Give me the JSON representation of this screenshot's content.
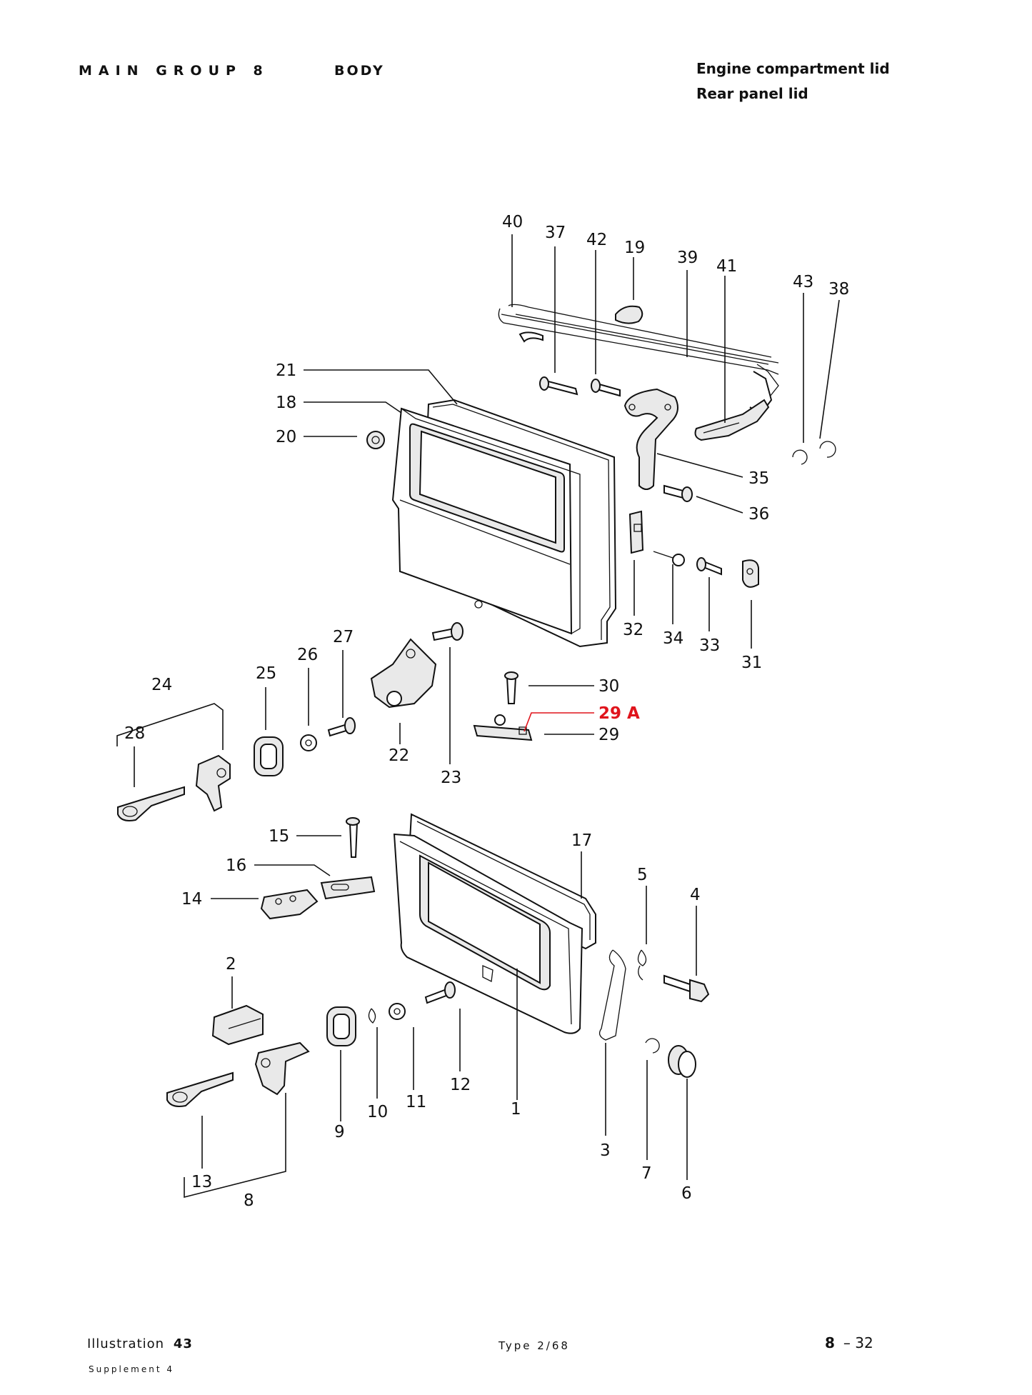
{
  "header": {
    "main_group": "MAIN GROUP 8",
    "section": "BODY",
    "title_line1": "Engine compartment lid",
    "title_line2": "Rear panel lid"
  },
  "footer": {
    "illustration_label": "Illustration",
    "illustration_number": "43",
    "supplement": "Supplement 4",
    "type": "Type 2/68",
    "page_section": "8",
    "page_number": "– 32"
  },
  "callouts": {
    "n1": "1",
    "n2": "2",
    "n3": "3",
    "n4": "4",
    "n5": "5",
    "n6": "6",
    "n7": "7",
    "n8": "8",
    "n9": "9",
    "n10": "10",
    "n11": "11",
    "n12": "12",
    "n13": "13",
    "n14": "14",
    "n15": "15",
    "n16": "16",
    "n17": "17",
    "n18": "18",
    "n19": "19",
    "n20": "20",
    "n21": "21",
    "n22": "22",
    "n23": "23",
    "n24": "24",
    "n25": "25",
    "n26": "26",
    "n27": "27",
    "n28": "28",
    "n29": "29",
    "n29a": "29 A",
    "n30": "30",
    "n31": "31",
    "n32": "32",
    "n33": "33",
    "n34": "34",
    "n35": "35",
    "n36": "36",
    "n37": "37",
    "n38": "38",
    "n39": "39",
    "n40": "40",
    "n41": "41",
    "n42": "42",
    "n43": "43"
  },
  "colors": {
    "ink": "#111111",
    "annotation_red": "#e0141c",
    "paper": "#ffffff"
  }
}
